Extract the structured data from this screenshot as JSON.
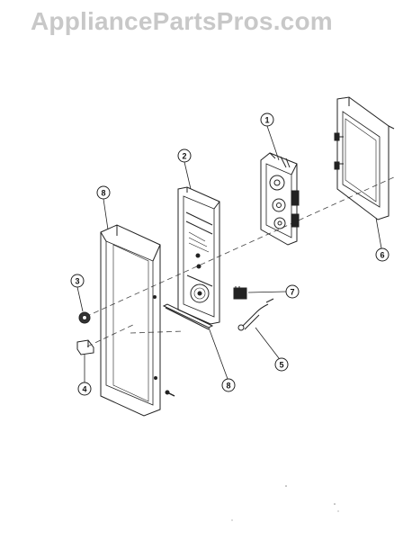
{
  "watermark": "AppliancePartsPros.com",
  "callouts": [
    {
      "id": "callout-1",
      "label": "1"
    },
    {
      "id": "callout-2",
      "label": "2"
    },
    {
      "id": "callout-3",
      "label": "3"
    },
    {
      "id": "callout-4",
      "label": "4"
    },
    {
      "id": "callout-5",
      "label": "5"
    },
    {
      "id": "callout-6",
      "label": "6"
    },
    {
      "id": "callout-7",
      "label": "7"
    },
    {
      "id": "callout-8a",
      "label": "8"
    },
    {
      "id": "callout-8b",
      "label": "8"
    }
  ]
}
